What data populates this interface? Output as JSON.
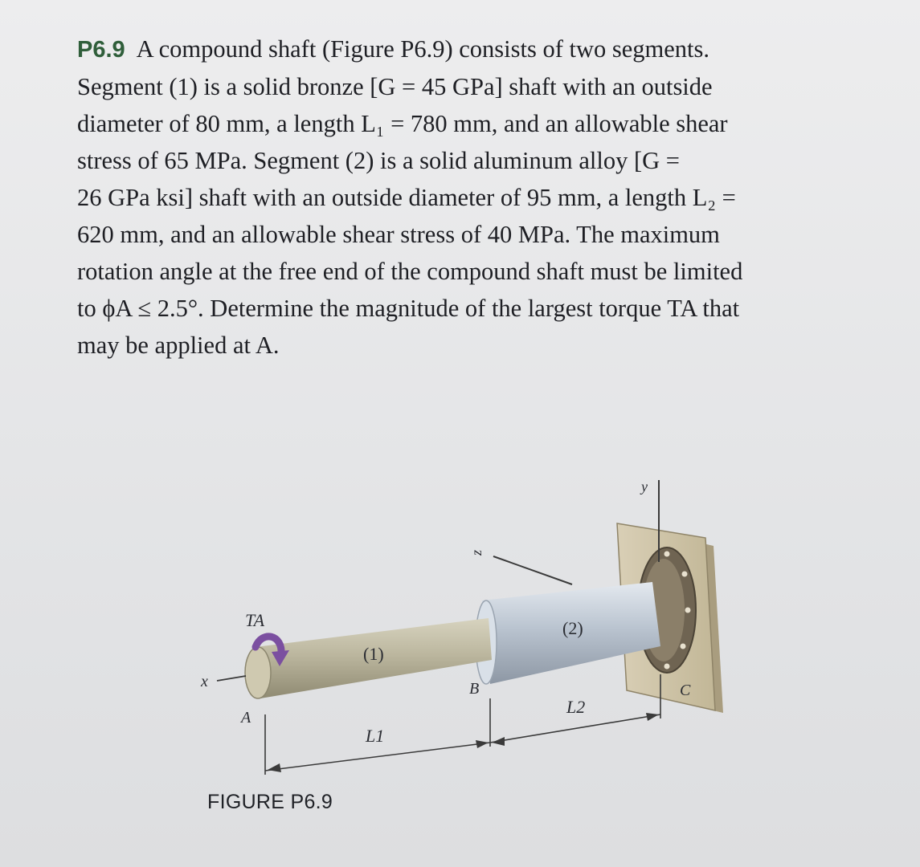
{
  "problem": {
    "number": "P6.9",
    "lines": [
      "A compound shaft (Figure P6.9) consists of two segments.",
      "Segment (1) is a solid bronze [G = 45 GPa] shaft with an outside",
      "diameter of 80 mm, a length L₁ = 780 mm, and an allowable shear",
      "stress of 65 MPa. Segment (2) is a solid aluminum alloy [G =",
      "26 GPa ksi] shaft with an outside diameter of 95 mm, a length L₂ =",
      "620 mm, and an allowable shear stress of 40 MPa. The maximum",
      "rotation angle at the free end of the compound shaft must be limited",
      "to ϕA ≤ 2.5°. Determine the magnitude of the largest torque TA that",
      "may be applied at A."
    ]
  },
  "figure": {
    "caption": "FIGURE P6.9",
    "labels": {
      "torque": "TA",
      "segment1": "(1)",
      "segment2": "(2)",
      "x_axis": "x",
      "y_axis": "y",
      "z_axis": "z",
      "point_a": "A",
      "point_b": "B",
      "point_c": "C",
      "length1": "L1",
      "length2": "L2"
    },
    "colors": {
      "bronze_shaft": "#b8b39a",
      "aluminum_shaft": "#b9c3cf",
      "wall": "#cfc4a8",
      "flange": "#7c6f5c",
      "torque_arrow": "#7b4fa0"
    }
  }
}
